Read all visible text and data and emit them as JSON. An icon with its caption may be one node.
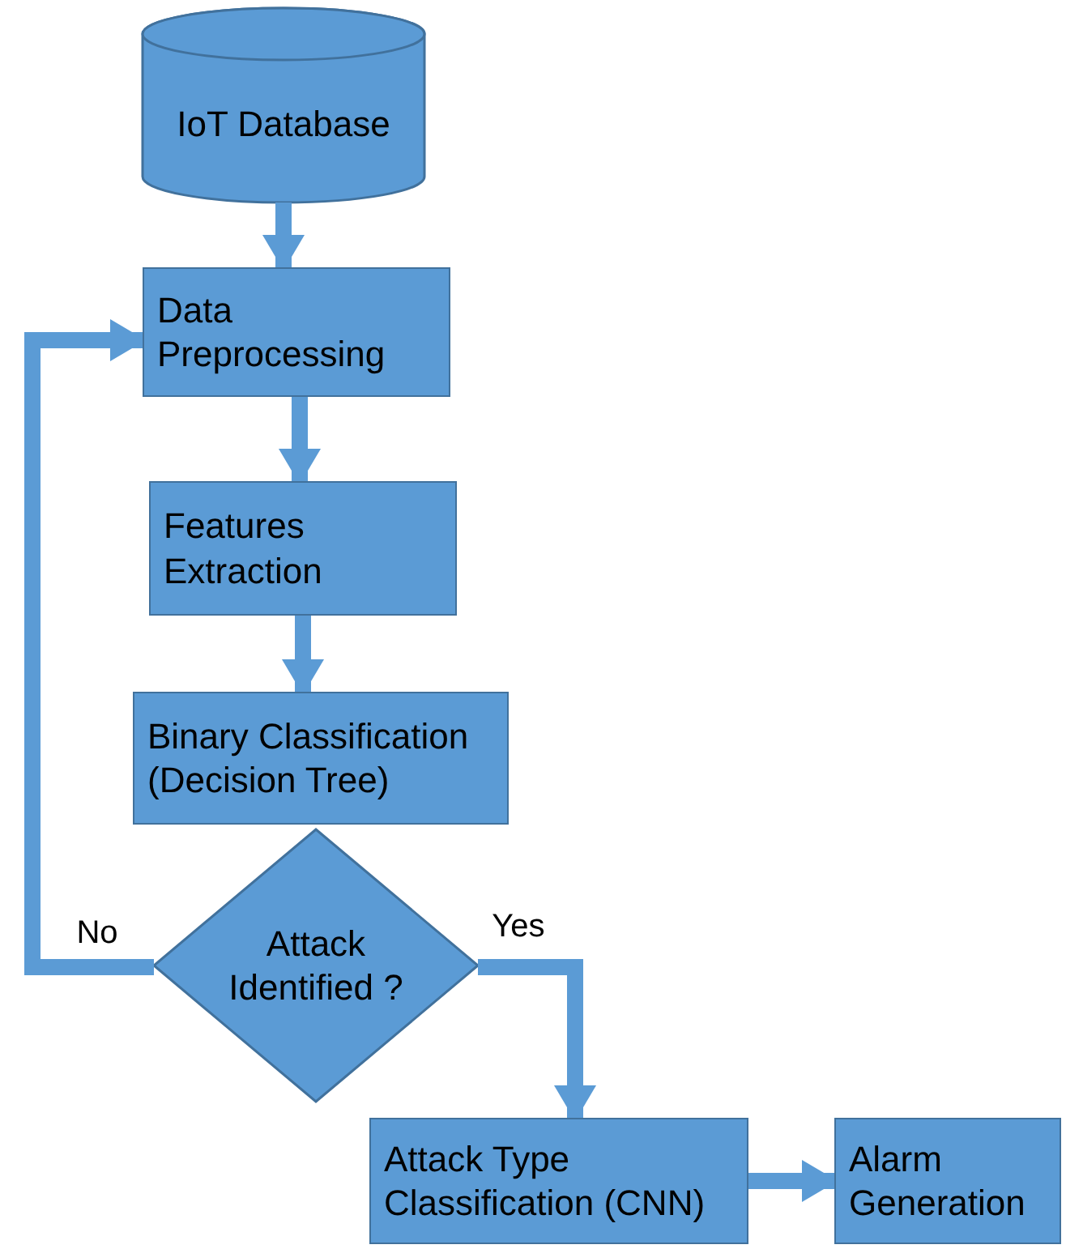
{
  "diagram": {
    "nodes": [
      {
        "text": [
          "IoT Database"
        ]
      },
      {
        "text": [
          "Data Preprocessing"
        ]
      },
      {
        "text": [
          "Features Extraction"
        ]
      },
      {
        "text": [
          "Binary Classification (Decision Tree)"
        ]
      },
      {
        "text": [
          "Attack Identified ?"
        ]
      },
      {
        "text": [
          "Attack Type Classification (CNN)"
        ]
      },
      {
        "text": [
          "Alarm Generation"
        ]
      }
    ],
    "edges": [
      {
        "from": 0,
        "to": 1,
        "arrow": "to"
      },
      {
        "from": 1,
        "to": 2,
        "arrow": "to"
      },
      {
        "from": 2,
        "to": 3,
        "arrow": "to"
      },
      {
        "from": 4,
        "to": 1,
        "arrow": "to",
        "label": "No"
      },
      {
        "from": 4,
        "to": 5,
        "arrow": "to",
        "label": "Yes"
      },
      {
        "from": 5,
        "to": 6,
        "arrow": "to"
      }
    ]
  }
}
